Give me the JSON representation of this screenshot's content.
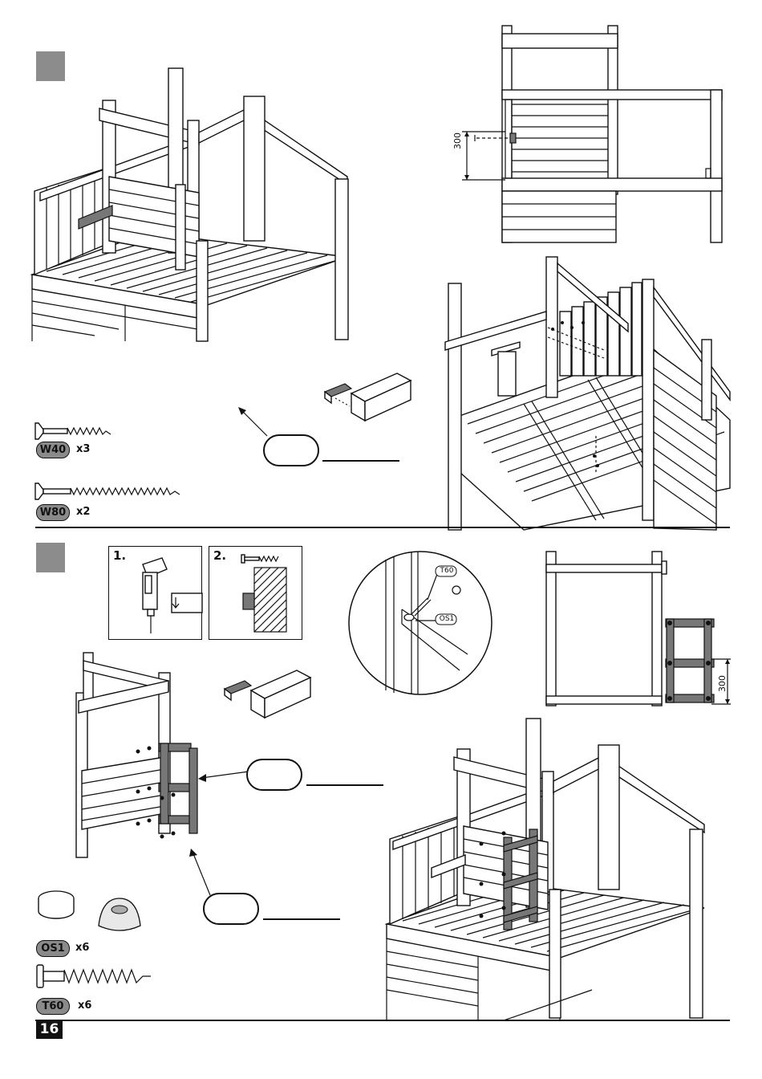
{
  "page": {
    "number": "16"
  },
  "step_a": {
    "dimension": "300",
    "parts": [
      {
        "code": "W40",
        "qty": "x3"
      },
      {
        "code": "W80",
        "qty": "x2"
      }
    ]
  },
  "step_b": {
    "dimension": "300",
    "substeps": [
      {
        "label": "1."
      },
      {
        "label": "2."
      }
    ],
    "detail_tags": {
      "screw": "T60",
      "cap": "OS1"
    },
    "parts": [
      {
        "code": "OS1",
        "qty": "x6"
      },
      {
        "code": "T60",
        "qty": "x6"
      }
    ]
  },
  "colors": {
    "accent": "#8c8c8c",
    "ink": "#111111"
  }
}
